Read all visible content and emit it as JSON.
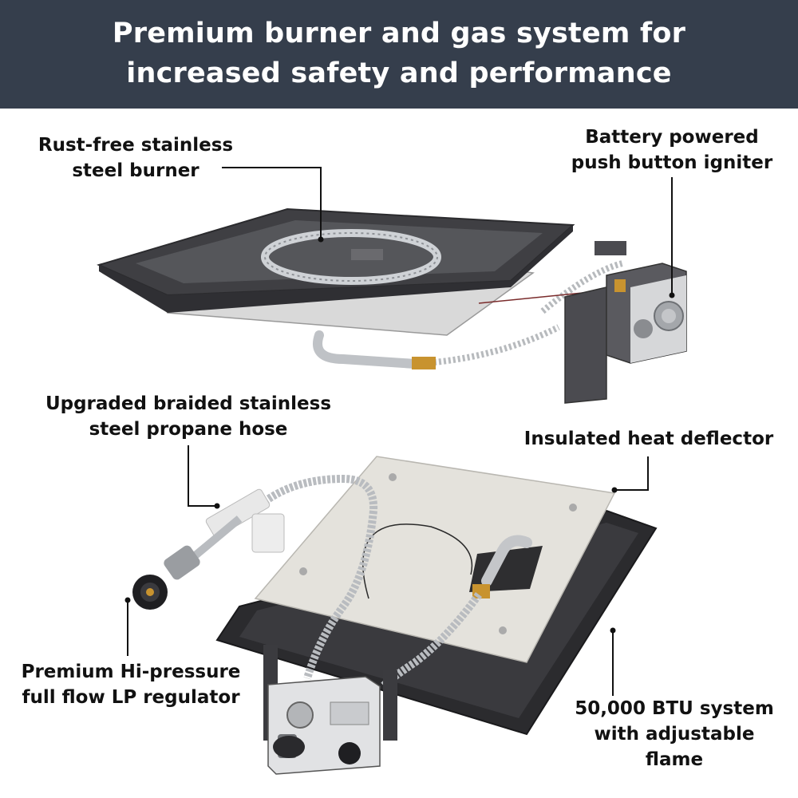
{
  "header": {
    "line1": "Premium burner and gas system for",
    "line2": "increased safety and performance",
    "background": "#353e4c"
  },
  "callouts": {
    "burner": {
      "line1": "Rust-free stainless",
      "line2": "steel burner"
    },
    "igniter": {
      "line1": "Battery powered",
      "line2": "push button igniter"
    },
    "hose": {
      "line1": "Upgraded braided stainless",
      "line2": "steel propane hose"
    },
    "deflector": {
      "line1": "Insulated heat deflector"
    },
    "regulator": {
      "line1": "Premium Hi-pressure",
      "line2": "full flow LP regulator"
    },
    "btu": {
      "line1": "50,000 BTU system",
      "line2": "with adjustable",
      "line3": "flame"
    }
  },
  "colors": {
    "pan": "#4a4a4e",
    "steel": "#c9ccd0",
    "deflector_plate": "#e4e2dc",
    "brass": "#c8932f",
    "leader_line": "#111111"
  }
}
